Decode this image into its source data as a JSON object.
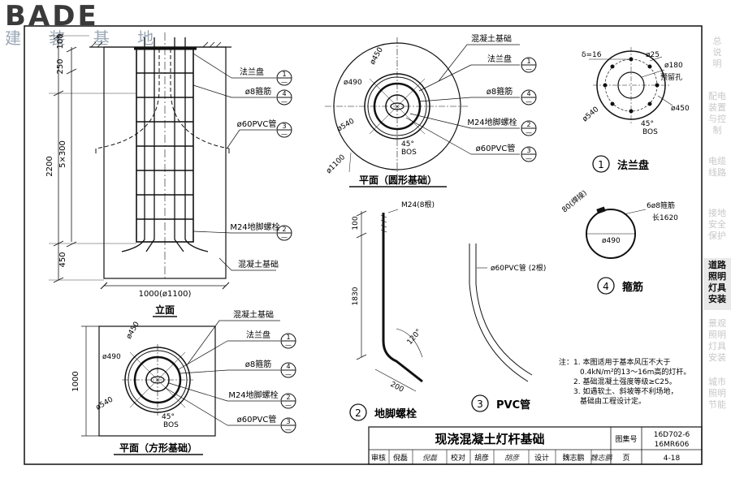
{
  "logo": {
    "brand": "BADE",
    "subtitle": "建 装 基 地"
  },
  "sidebar": {
    "items": [
      {
        "label": "总\n说\n明",
        "active": false
      },
      {
        "label": "配电\n装置\n与控\n制",
        "active": false
      },
      {
        "label": "电缆\n线路",
        "active": false
      },
      {
        "label": "接地\n安全\n保护",
        "active": false
      },
      {
        "label": "道路\n照明\n灯具\n安装",
        "active": true
      },
      {
        "label": "景观\n照明\n灯具\n安装",
        "active": false
      },
      {
        "label": "城市\n照明\n节能",
        "active": false
      }
    ]
  },
  "elevation": {
    "dims": {
      "d250": "250",
      "d100": "100",
      "d5x300": "5×300",
      "d2200": "2200",
      "d450": "450",
      "width": "1000(ø1100)"
    },
    "title": "立面"
  },
  "callouts": {
    "flange": "法兰盘",
    "stirrup": "ø8箍筋",
    "pvc": "ø60PVC管",
    "bolt": "M24地脚螺栓",
    "concrete": "混凝土基础",
    "n1": "1",
    "n2": "2",
    "n3": "3",
    "n4": "4",
    "dash": "—"
  },
  "round_plan": {
    "title": "平面（圆形基础）",
    "d450": "ø450",
    "d490": "ø490",
    "d540": "ø540",
    "d1100": "ø1100",
    "angle": "45°",
    "bos": "BOS"
  },
  "square_plan": {
    "title": "平面（方形基础）",
    "d450": "ø450",
    "d490": "ø490",
    "d540": "ø540",
    "side": "1000",
    "angle": "45°",
    "bos": "BOS"
  },
  "flange_detail": {
    "thickness": "δ=16",
    "d25": "ø25",
    "d180": "ø180",
    "hole": "预留孔",
    "d540": "ø540",
    "d450": "ø450",
    "angle": "45°",
    "bos": "BOS",
    "num": "1",
    "label": "法兰盘"
  },
  "stirrup_detail": {
    "weld": "80(焊接)",
    "spec": "6ø8箍筋",
    "length": "长1620",
    "dia": "ø490",
    "num": "4",
    "label": "箍筋"
  },
  "bolt_detail": {
    "spec": "M24(8根)",
    "d100": "100",
    "d1830": "1830",
    "angle": "120°",
    "d200": "200",
    "num": "2",
    "label": "地脚螺栓"
  },
  "pvc_detail": {
    "spec": "ø60PVC管 (2根)",
    "num": "3",
    "label": "PVC管"
  },
  "notes": {
    "head": "注：",
    "lines": [
      "1. 本图适用于基本风压不大于",
      "0.4kN/m²的13～16m高的灯杆。",
      "2. 基础混凝土强度等级≥C25。",
      "3. 如遇软土、斜坡等不利场地，",
      "基础由工程设计定。"
    ]
  },
  "title_block": {
    "title": "现浇混凝土灯杆基础",
    "atlas_label": "图集号",
    "atlas_no1": "16D702-6",
    "atlas_no2": "16MR606",
    "check_label": "审核",
    "checker": "倪磊",
    "proof_label": "校对",
    "proofer": "胡彦",
    "design_label": "设计",
    "designer": "魏志鹏",
    "page_label": "页",
    "page": "4-18"
  }
}
